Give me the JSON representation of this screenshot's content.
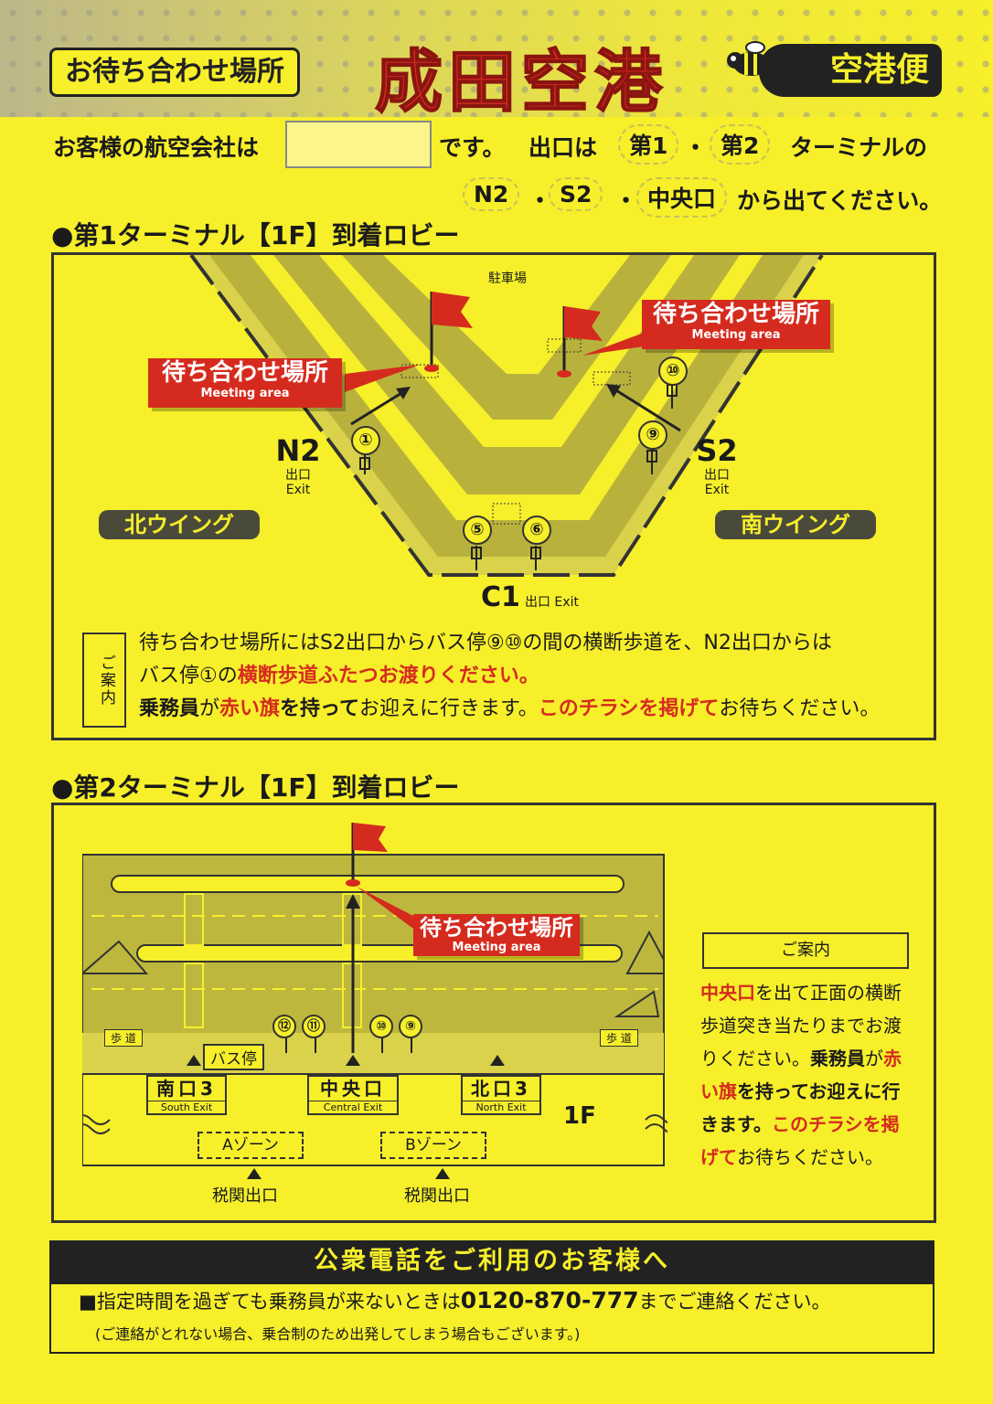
{
  "header": {
    "badge": "お待ち合わせ場所",
    "title": "成田空港",
    "brand": "空港便"
  },
  "intro": {
    "airline_prefix": "お客様の航空会社は",
    "airline_suffix": "です。",
    "exit_prefix": "出口は",
    "terminal1": "第1",
    "dot": "・",
    "terminal2": "第2",
    "terminal_suffix": "ターミナルの",
    "exit_n2": "N2",
    "exit_s2": "S2",
    "exit_center": "中央口",
    "exit_suffix": "から出てください。"
  },
  "t1": {
    "title": "●第1ターミナル【1F】到着ロビー",
    "parking": "駐車場",
    "meet_jp": "待ち合わせ場所",
    "meet_en": "Meeting area",
    "n2": "N2",
    "s2": "S2",
    "c1": "C1",
    "exit_jp": "出口",
    "exit_en": "Exit",
    "c1_exit": "出口 Exit",
    "north_wing": "北ウイング",
    "south_wing": "南ウイング",
    "stops": [
      "①",
      "⑤",
      "⑥",
      "⑨",
      "⑩"
    ],
    "guide_label": "ご案内",
    "note1": "待ち合わせ場所にはS2出口からバス停⑨⑩の間の横断歩道を、N2出口からは",
    "note2a": "バス停①の",
    "note2b": "横断歩道ふたつ",
    "note2c": "お渡りください。",
    "note3a": "乗務員",
    "note3b": "が",
    "note3c": "赤い旗",
    "note3d": "を持って",
    "note3e": "お迎えに行きます。",
    "note3f": "このチラシを掲げて",
    "note3g": "お待ちください。"
  },
  "t2": {
    "title": "●第2ターミナル【1F】到着ロビー",
    "meet_jp": "待ち合わせ場所",
    "meet_en": "Meeting area",
    "sidewalk": "歩 道",
    "bus_stop": "バス停",
    "stops": [
      "⑫",
      "⑪",
      "⑩",
      "⑨"
    ],
    "south_jp": "南口3",
    "south_en": "South Exit",
    "central_jp": "中央口",
    "central_en": "Central Exit",
    "north_jp": "北口3",
    "north_en": "North Exit",
    "floor": "1F",
    "zone_a": "Aゾーン",
    "zone_b": "Bゾーン",
    "customs": "税関出口",
    "guide_title": "ご案内",
    "g1": "中央口",
    "g2": "を出て正面の横断歩道突き当たりまでお渡りください。",
    "g3": "乗務員",
    "g4": "が",
    "g5": "赤い旗",
    "g6": "を持ってお迎えに行きます。",
    "g7": "このチラシを掲げて",
    "g8": "お待ちください。"
  },
  "phone": {
    "bar": "公衆電話をご利用のお客様へ",
    "line1a": "■指定時間を過ぎても乗務員が来ないときは",
    "number": "0120-870-777",
    "line1b": "までご連絡ください。",
    "line2": "(ご連絡がとれない場合、乗合制のため出発してしまう場合もございます。)"
  },
  "colors": {
    "yellow": "#f6ef2a",
    "red": "#d52b1e",
    "dark": "#222222"
  }
}
